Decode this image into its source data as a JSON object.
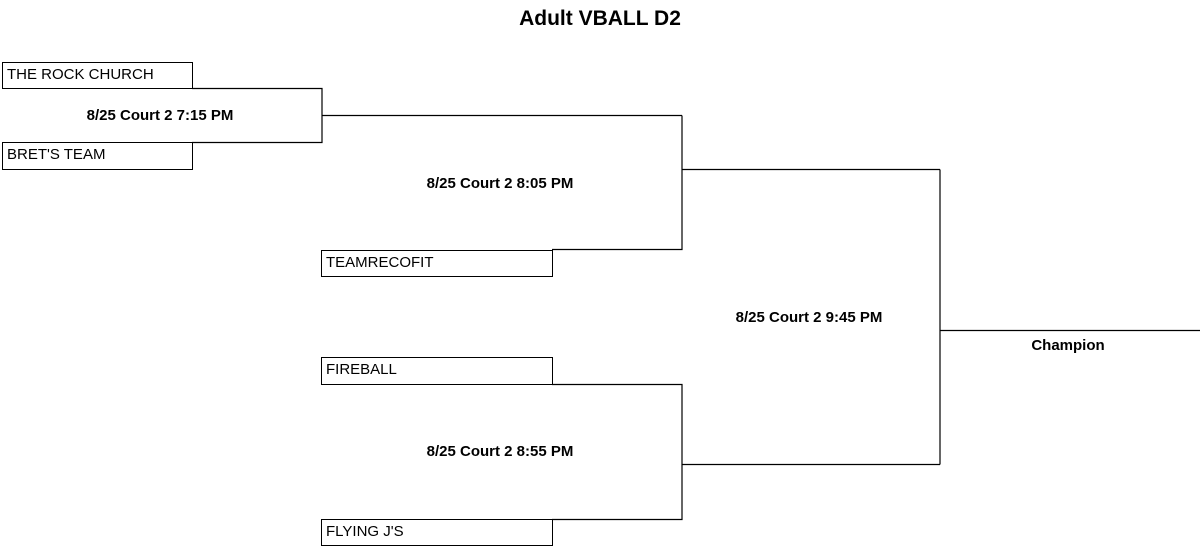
{
  "title": "Adult VBALL D2",
  "teams": {
    "rock_church": "THE ROCK CHURCH",
    "brets_team": "BRET'S TEAM",
    "teamrecofit": "TEAMRECOFIT",
    "fireball": "FIREBALL",
    "flying_js": "FLYING J'S"
  },
  "matches": {
    "match1": "8/25 Court 2 7:15 PM",
    "match2": "8/25 Court 2 8:05 PM",
    "match3": "8/25 Court 2 8:55 PM",
    "final": "8/25 Court 2 9:45 PM"
  },
  "champion_label": "Champion",
  "colors": {
    "line": "#000000",
    "background": "#ffffff"
  }
}
